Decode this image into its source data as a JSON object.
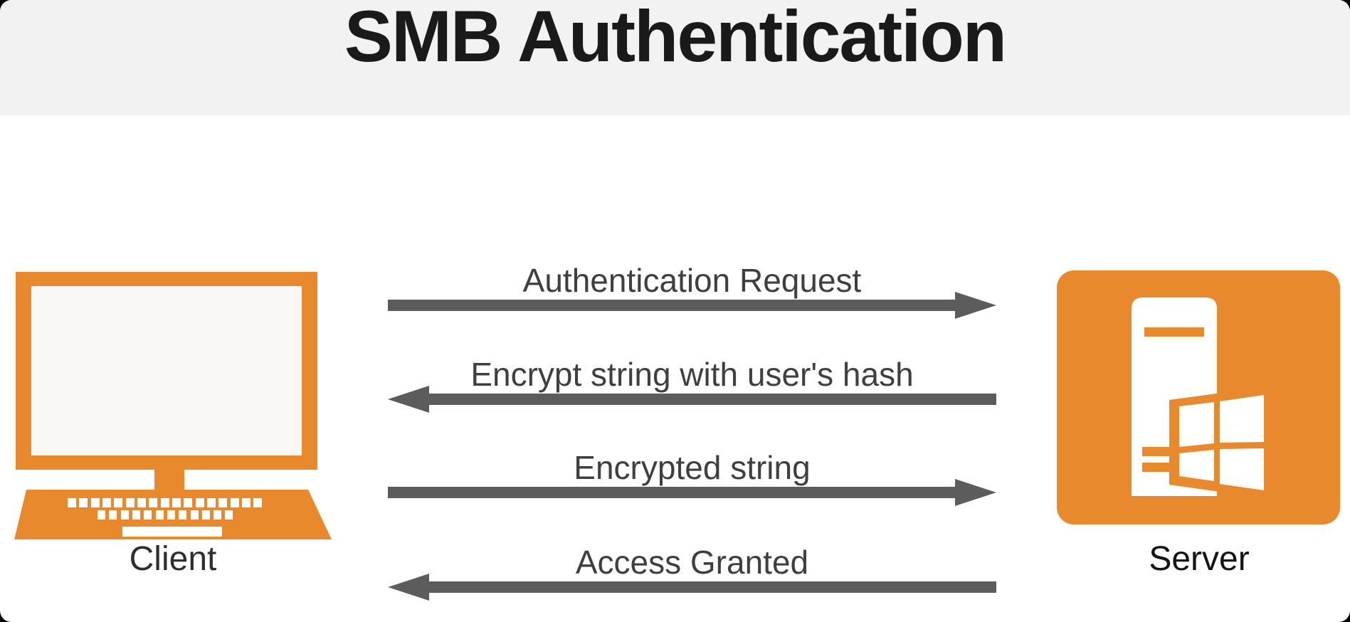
{
  "title": "SMB Authentication",
  "client": {
    "label": "Client",
    "icon": "laptop-computer-icon"
  },
  "server": {
    "label": "Server",
    "icon": "windows-server-icon"
  },
  "messages": [
    {
      "label": "Authentication Request",
      "direction": "right"
    },
    {
      "label": "Encrypt string with user's hash",
      "direction": "left"
    },
    {
      "label": "Encrypted string",
      "direction": "right"
    },
    {
      "label": "Access Granted",
      "direction": "left"
    }
  ],
  "colors": {
    "accent_orange": "#E8892E",
    "arrow_gray": "#5C5C5C",
    "header_band": "#F2F2F2",
    "title_text": "#1A1A1A",
    "message_text": "#3F3F3F"
  }
}
